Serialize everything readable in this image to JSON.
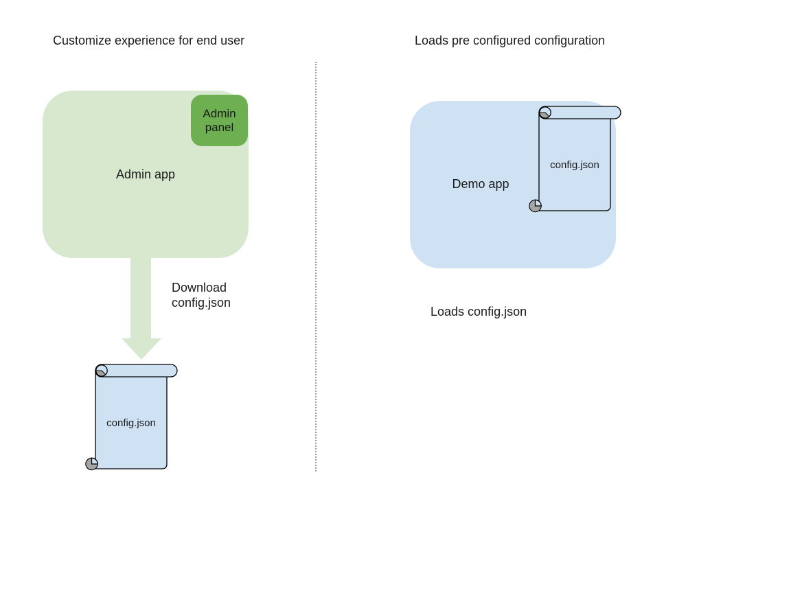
{
  "colors": {
    "admin_app_green": "#d7e8ce",
    "admin_panel_green": "#6eaf52",
    "app_blue": "#cfe2f3",
    "curl_gray": "#a5a5a5",
    "divider_gray": "#9e9e9e",
    "text": "#1a1a1a"
  },
  "left": {
    "title": "Customize experience for end user",
    "admin_app_label": "Admin app",
    "admin_panel_label": "Admin panel",
    "arrow_label": "Download\nconfig.json",
    "config_file_label": "config.json"
  },
  "right": {
    "title": "Loads pre configured configuration",
    "demo_app_label": "Demo app",
    "config_file_label": "config.json",
    "caption": "Loads config.json"
  }
}
